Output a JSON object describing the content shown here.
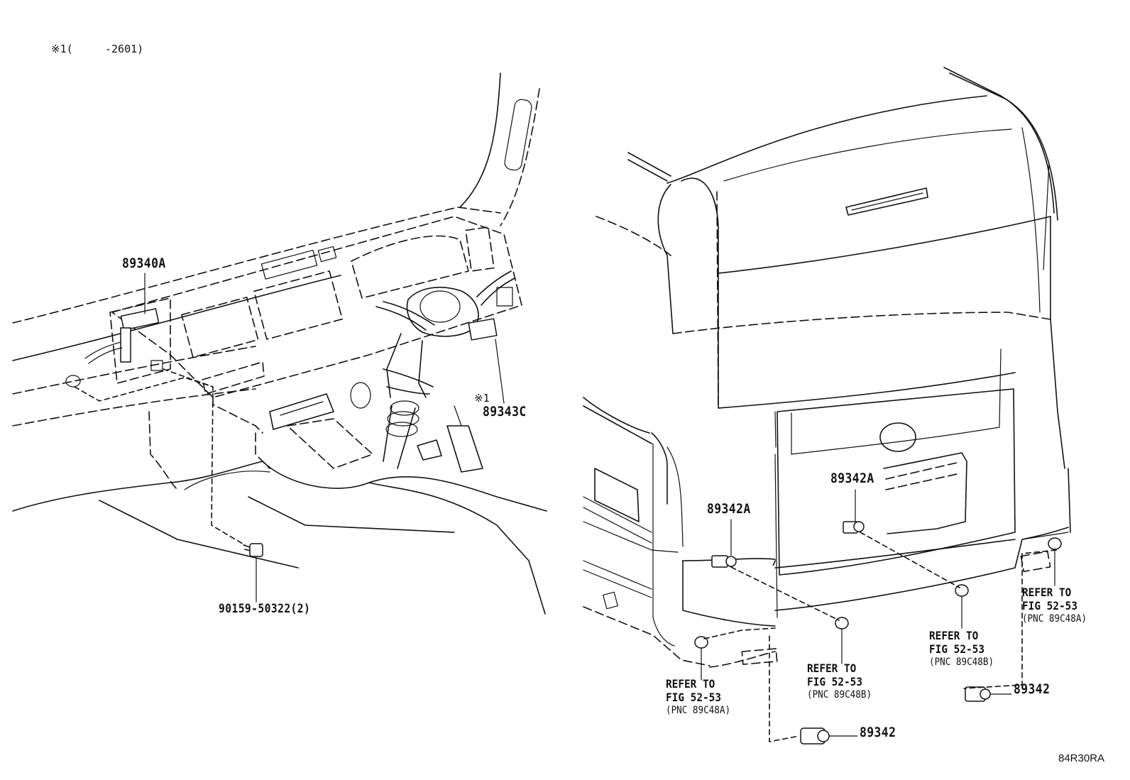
{
  "note": {
    "marker": "※1(",
    "range": "-2601)"
  },
  "front": {
    "part_89340a": "89340A",
    "part_89343c": "89343C",
    "marker_1": "※1",
    "bolt": "90159-50322(2)"
  },
  "rear": {
    "sensor_left": "89342A",
    "sensor_center": "89342A",
    "sensor_bottom": "89342",
    "sensor_right": "89342",
    "refer_line": "REFER TO",
    "fig_line": "FIG 52-53",
    "refers": [
      {
        "pnc": "(PNC 89C48A)"
      },
      {
        "pnc": "(PNC 89C48B)"
      },
      {
        "pnc": "(PNC 89C48B)"
      },
      {
        "pnc": "(PNC 89C48A)"
      }
    ]
  },
  "footer": {
    "code": "84R30RA"
  }
}
